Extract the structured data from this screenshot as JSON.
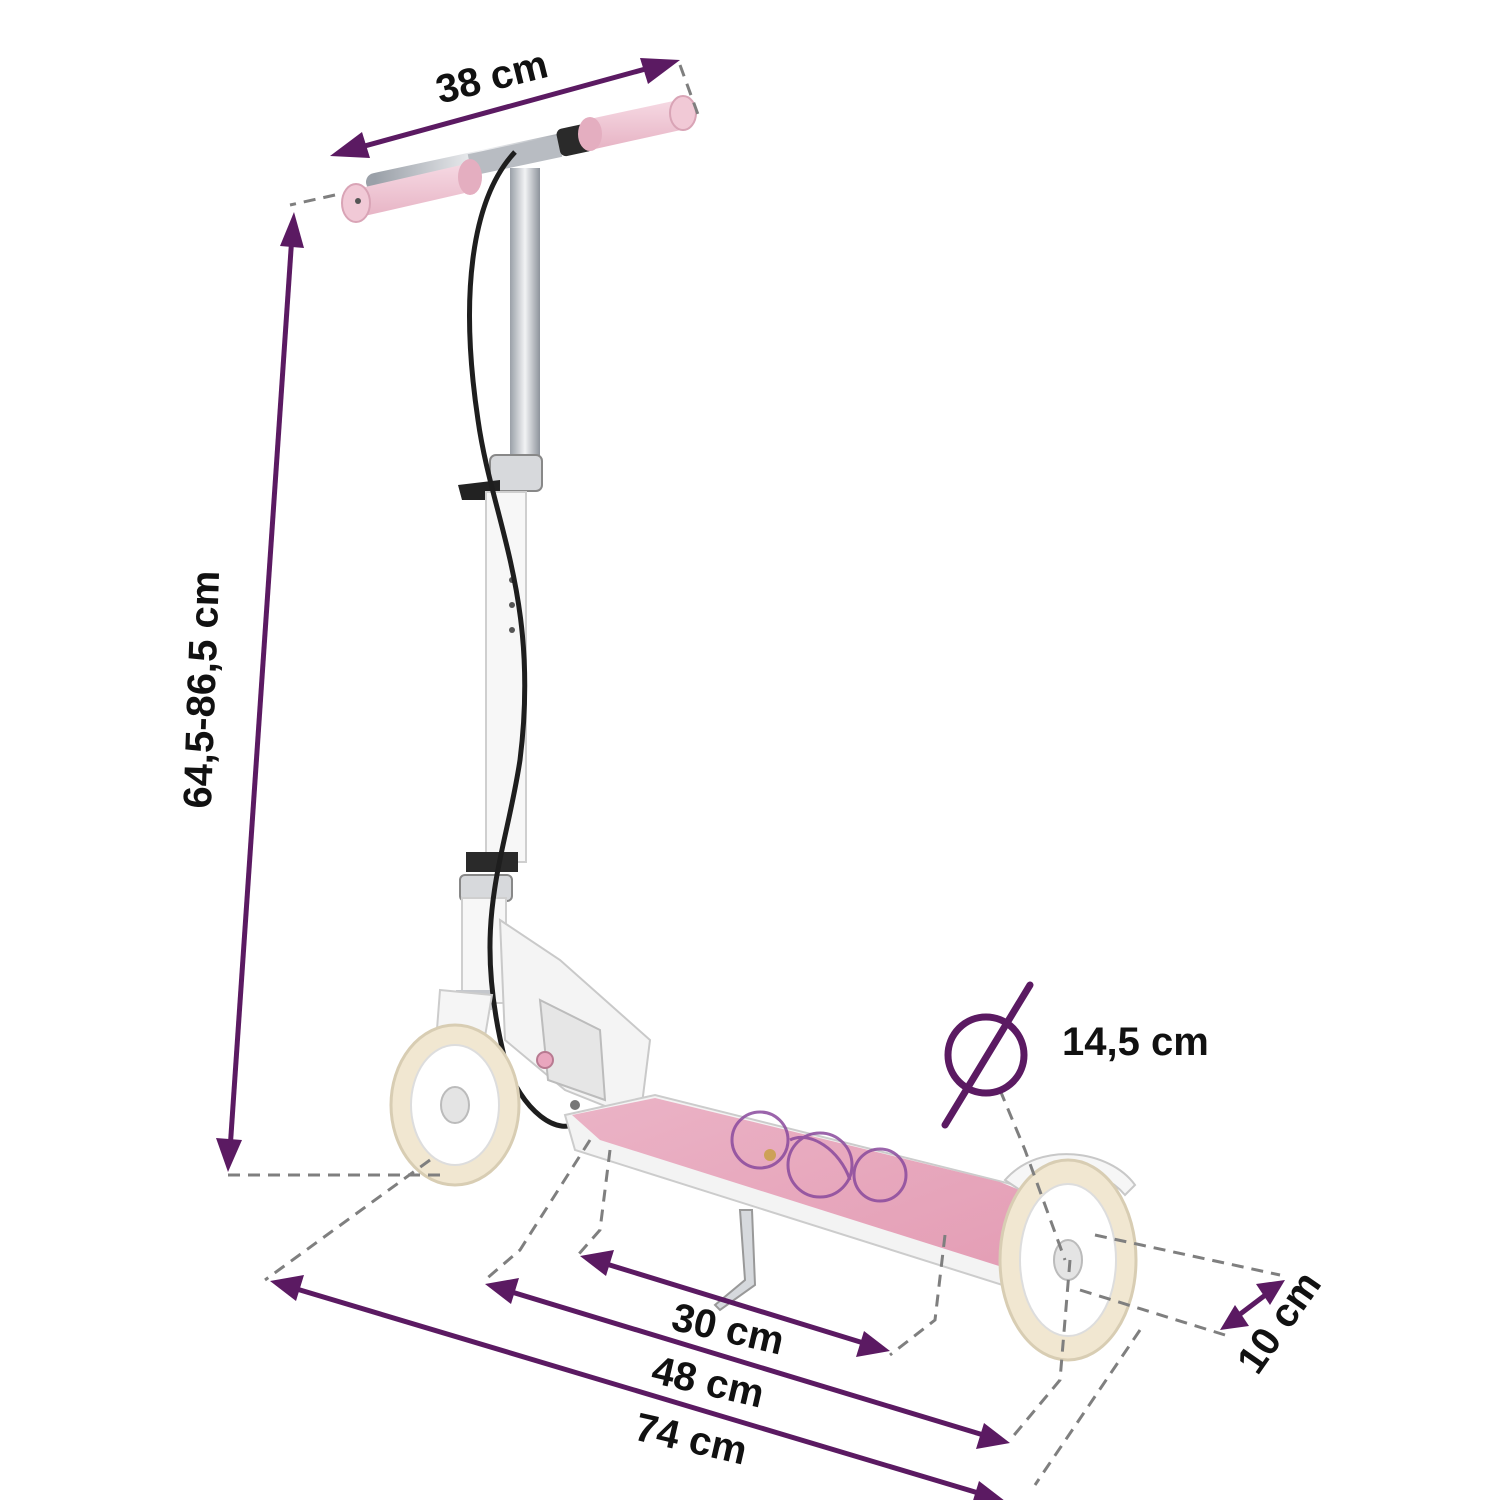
{
  "colors": {
    "dimension": "#5b1a62",
    "guide": "#7f7f7f",
    "grip": "#f1c9d6",
    "deck": "#e8a9be",
    "frame": "#ffffff",
    "wheel": "#f2ead8",
    "metal": "#c9ccd1",
    "text": "#111111"
  },
  "dimensions": {
    "handlebar_width": "38 cm",
    "height_range": "64,5-86,5 cm",
    "wheel_diameter": "14,5 cm",
    "deck_width": "10 cm",
    "deck_length": "30 cm",
    "wheelbase": "48 cm",
    "total_length": "74 cm"
  },
  "icons": {
    "diameter": "diameter-icon"
  }
}
